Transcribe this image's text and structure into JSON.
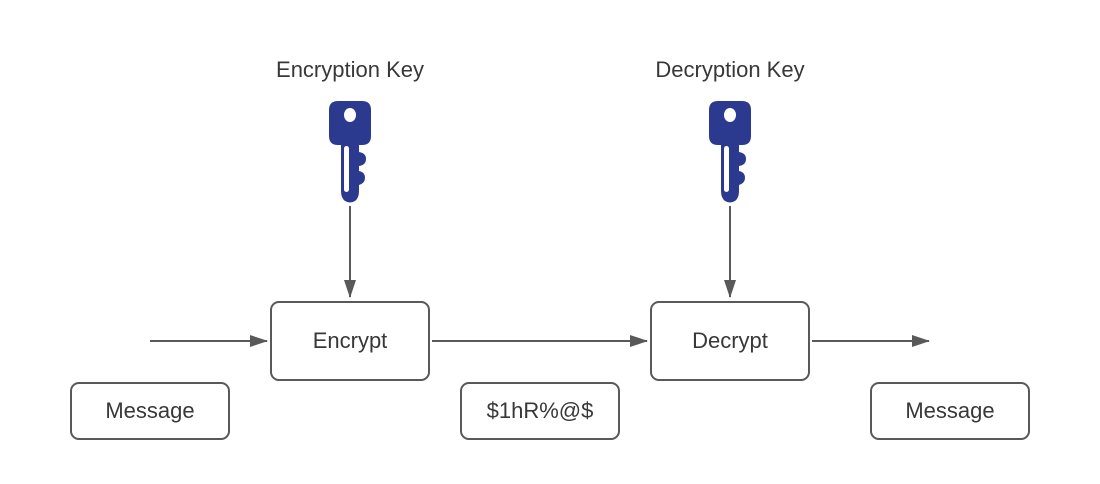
{
  "colors": {
    "background": "#ffffff",
    "line": "#595959",
    "box_border": "#595959",
    "box_fill": "#ffffff",
    "text": "#383838",
    "key": "#2b3a8e",
    "key_hole": "#ffffff"
  },
  "labels": {
    "encryption_key": "Encryption Key",
    "decryption_key": "Decryption Key"
  },
  "nodes": {
    "encrypt": {
      "label": "Encrypt"
    },
    "decrypt": {
      "label": "Decrypt"
    },
    "message_input": {
      "label": "Message"
    },
    "ciphertext": {
      "label": "$1hR%@$"
    },
    "message_output": {
      "label": "Message"
    }
  },
  "icons": {
    "encryption_key": "key-icon",
    "decryption_key": "key-icon"
  }
}
